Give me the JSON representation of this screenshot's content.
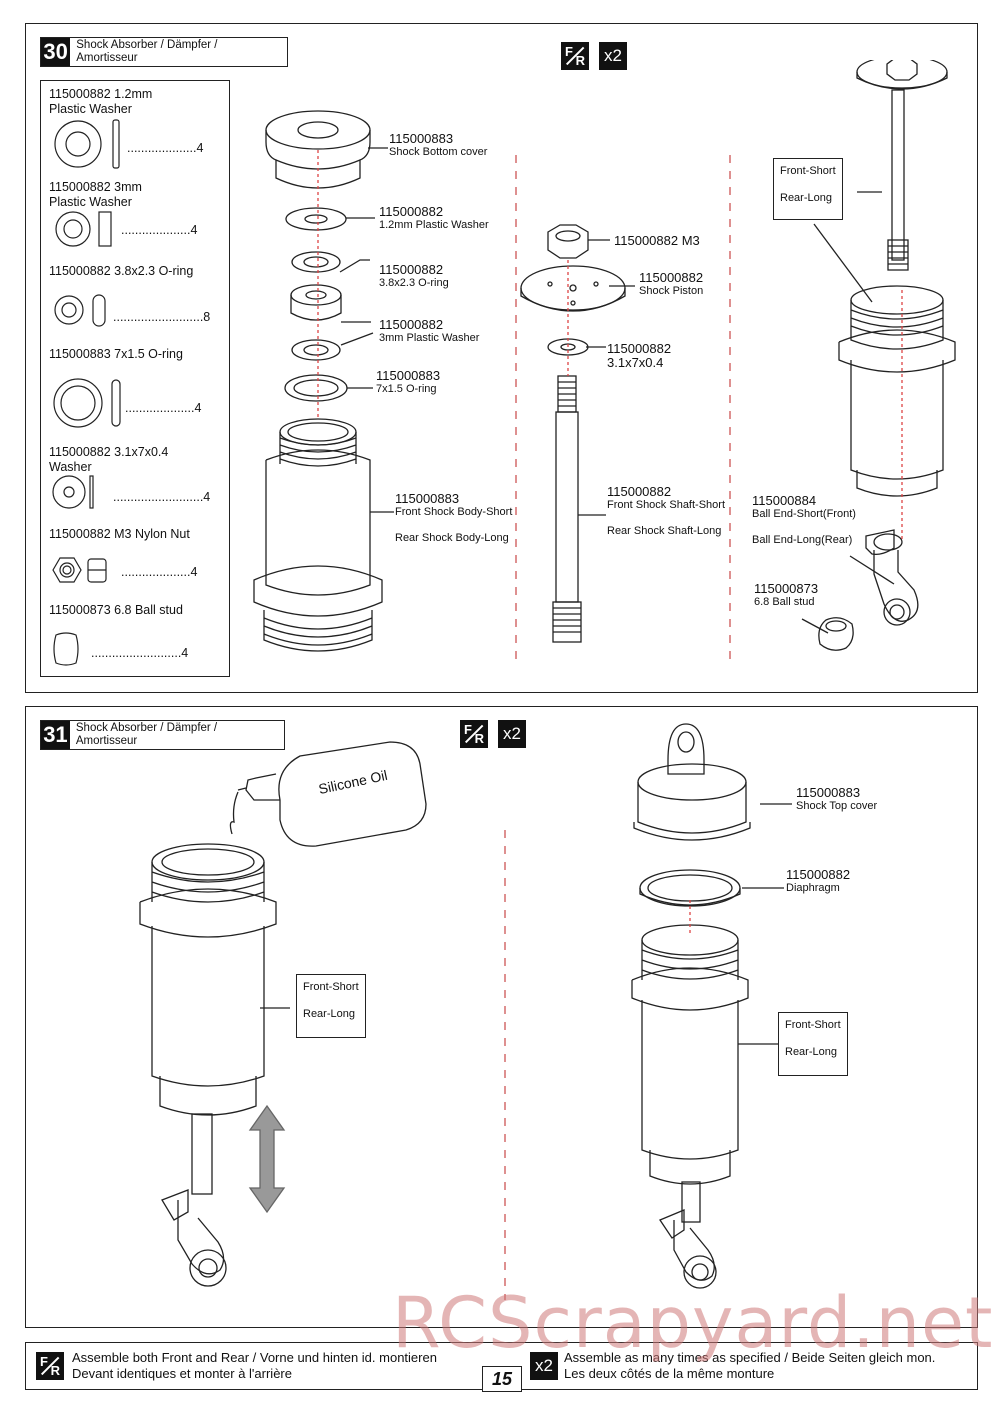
{
  "step30": {
    "number": "30",
    "title": "Shock Absorber / Dämpfer / Amortisseur",
    "fr_f": "F",
    "fr_r": "R",
    "multiplier": "x2",
    "parts_list": [
      {
        "name": "115000882  1.2mm Plastic Washer",
        "qty": "....................4"
      },
      {
        "name": "115000882  3mm Plastic Washer",
        "qty": "....................4"
      },
      {
        "name": "115000882  3.8x2.3 O-ring",
        "qty": "..........................8"
      },
      {
        "name": "115000883  7x1.5 O-ring",
        "qty": "....................4"
      },
      {
        "name": "115000882  3.1x7x0.4 Washer",
        "qty": "..........................4"
      },
      {
        "name": "115000882  M3 Nylon Nut",
        "qty": "....................4"
      },
      {
        "name": "115000873  6.8 Ball stud",
        "qty": "..........................4"
      }
    ],
    "labels": {
      "bottom_cover_pn": "115000883",
      "bottom_cover": "Shock Bottom cover",
      "washer12_pn": "115000882",
      "washer12": "1.2mm Plastic Washer",
      "oring38_pn": "115000882",
      "oring38": "3.8x2.3 O-ring",
      "washer3_pn": "115000882",
      "washer3": "3mm Plastic Washer",
      "oring7_pn": "115000883",
      "oring7": "7x1.5 O-ring",
      "body_pn": "115000883",
      "body_front": "Front Shock Body-Short",
      "body_rear": "Rear Shock Body-Long",
      "nut": "115000882 M3",
      "piston_pn": "115000882",
      "piston": "Shock Piston",
      "washer31_pn": "115000882",
      "washer31": "3.1x7x0.4",
      "shaft_pn": "115000882",
      "shaft_front": "Front Shock Shaft-Short",
      "shaft_rear": "Rear Shock Shaft-Long",
      "len_front": "Front-Short",
      "len_rear": "Rear-Long",
      "ballend_pn": "115000884",
      "ballend_front": "Ball End-Short(Front)",
      "ballend_rear": "Ball End-Long(Rear)",
      "ballstud_pn": "115000873",
      "ballstud": "6.8 Ball stud"
    }
  },
  "step31": {
    "number": "31",
    "title": "Shock Absorber / Dämpfer / Amortisseur",
    "fr_f": "F",
    "fr_r": "R",
    "multiplier": "x2",
    "oil": "Silicone Oil",
    "len_front": "Front-Short",
    "len_rear": "Rear-Long",
    "len2_front": "Front-Short",
    "len2_rear": "Rear-Long",
    "top_cover_pn": "115000883",
    "top_cover": "Shock Top cover",
    "diaphragm_pn": "115000882",
    "diaphragm": "Diaphragm"
  },
  "footer": {
    "fr_f": "F",
    "fr_r": "R",
    "left_line1": "Assemble both Front and Rear / Vorne und hinten id. montieren",
    "left_line2": "Devant identiques et monter à l'arrière",
    "multiplier": "x2",
    "right_line1": "Assemble as many times as specified / Beide Seiten gleich mon.",
    "right_line2": "Les deux côtés de la même monture",
    "page_number": "15"
  },
  "watermark": "RCScrapyard.net"
}
